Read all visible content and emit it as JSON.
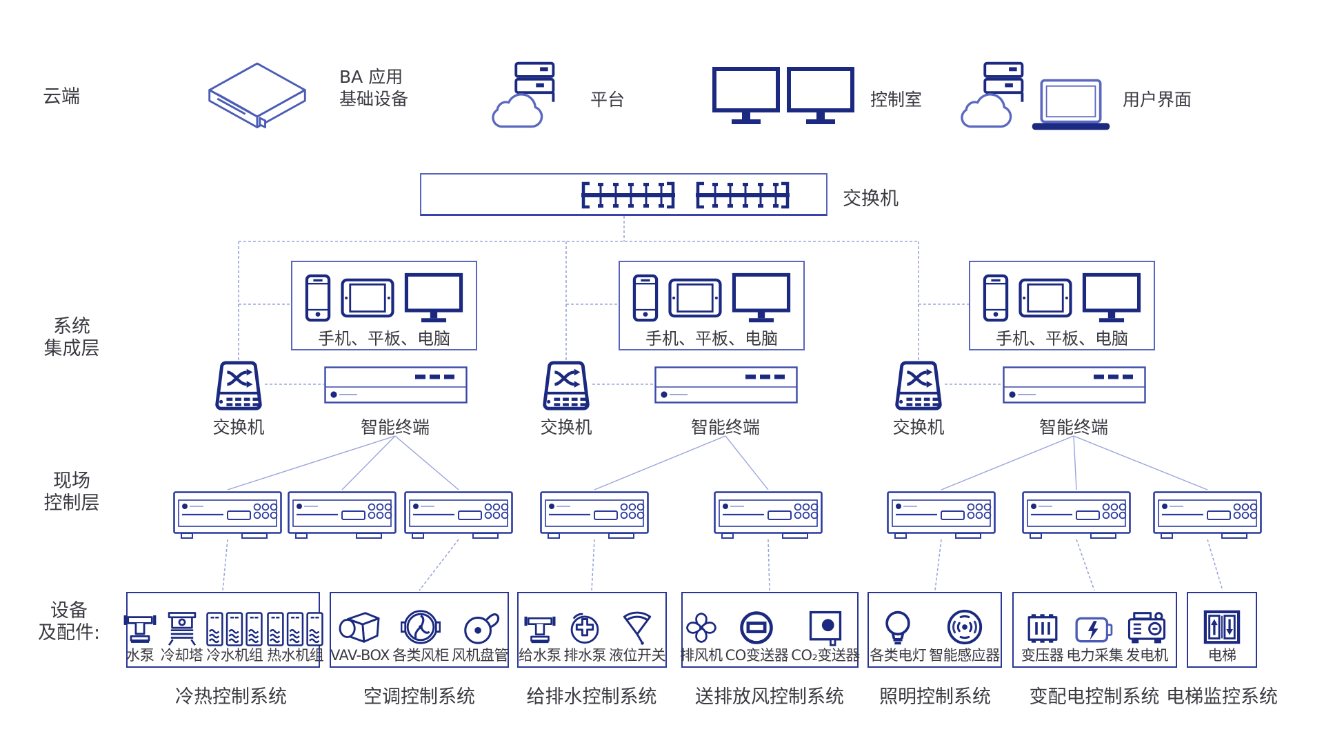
{
  "colors": {
    "icon_navy": "#1b2a80",
    "icon_blue": "#4a5cb5",
    "connector": "#9aa5db",
    "box_border": "#2a3696",
    "text": "#3a3a42"
  },
  "cloud_row": {
    "layer_label": "云端",
    "ba_label_line1": "BA 应用",
    "ba_label_line2": "基础设备",
    "platform_label": "平台",
    "control_room_label": "控制室",
    "ui_label": "用户界面"
  },
  "switch_bar": {
    "label": "交换机"
  },
  "integration": {
    "layer_label_line1": "系统",
    "layer_label_line2": "集成层",
    "groups": [
      {
        "devices_label": "手机、平板、电脑",
        "switch_label": "交换机",
        "terminal_label": "智能终端"
      },
      {
        "devices_label": "手机、平板、电脑",
        "switch_label": "交换机",
        "terminal_label": "智能终端"
      },
      {
        "devices_label": "手机、平板、电脑",
        "switch_label": "交换机",
        "terminal_label": "智能终端"
      }
    ]
  },
  "field": {
    "layer_label_line1": "现场",
    "layer_label_line2": "控制层"
  },
  "equipment": {
    "layer_label_line1": "设备",
    "layer_label_line2": "及配件:",
    "systems": [
      {
        "name": "冷热控制系统",
        "devices": [
          "水泵",
          "冷却塔",
          "冷水机组",
          "热水机组"
        ]
      },
      {
        "name": "空调控制系统",
        "devices": [
          "VAV-BOX",
          "各类风柜",
          "风机盘管"
        ]
      },
      {
        "name": "给排水控制系统",
        "devices": [
          "给水泵",
          "排水泵",
          "液位开关"
        ]
      },
      {
        "name": "送排放风控制系统",
        "devices": [
          "排风机",
          "CO变送器",
          "CO₂变送器"
        ]
      },
      {
        "name": "照明控制系统",
        "devices": [
          "各类电灯",
          "智能感应器"
        ]
      },
      {
        "name": "变配电控制系统",
        "devices": [
          "变压器",
          "电力采集",
          "发电机"
        ]
      },
      {
        "name": "电梯监控系统",
        "devices": [
          "电梯"
        ]
      }
    ]
  }
}
